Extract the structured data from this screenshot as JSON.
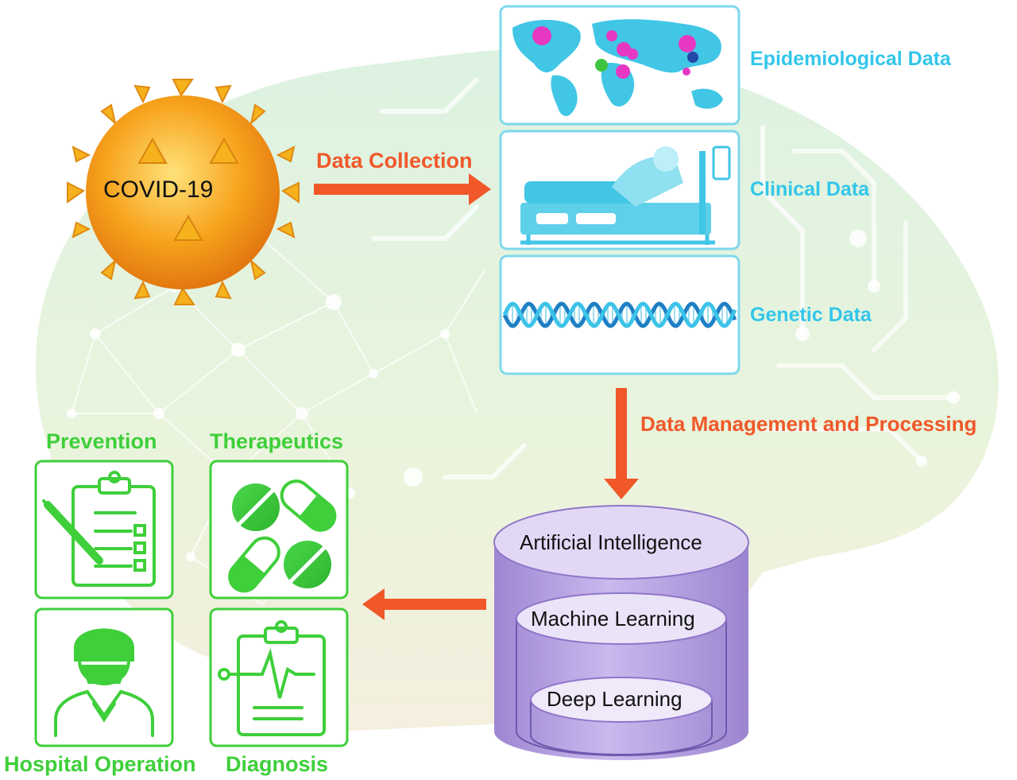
{
  "center": {
    "virus_label": "COVID-19"
  },
  "flow": {
    "collection_label": "Data Collection",
    "processing_label": "Data Management and Processing"
  },
  "data_sources": [
    {
      "label": "Epidemiological Data",
      "icon": "world-map-icon"
    },
    {
      "label": "Clinical Data",
      "icon": "hospital-bed-icon"
    },
    {
      "label": "Genetic Data",
      "icon": "dna-helix-icon"
    }
  ],
  "ai_stack": {
    "outer": "Artificial Intelligence",
    "middle": "Machine Learning",
    "inner": "Deep Learning"
  },
  "applications": [
    {
      "label": "Prevention",
      "icon": "checklist-syringe-icon"
    },
    {
      "label": "Therapeutics",
      "icon": "pills-icon"
    },
    {
      "label": "Hospital Operation",
      "icon": "doctor-icon"
    },
    {
      "label": "Diagnosis",
      "icon": "clipboard-ecg-icon"
    }
  ],
  "colors": {
    "arrow": "#f0582a",
    "data_label": "#33c6ea",
    "application": "#3ecf3a",
    "cylinder": "#b7a3e0",
    "virus": "#f7a21c",
    "brain_bg": "#cfead4"
  }
}
